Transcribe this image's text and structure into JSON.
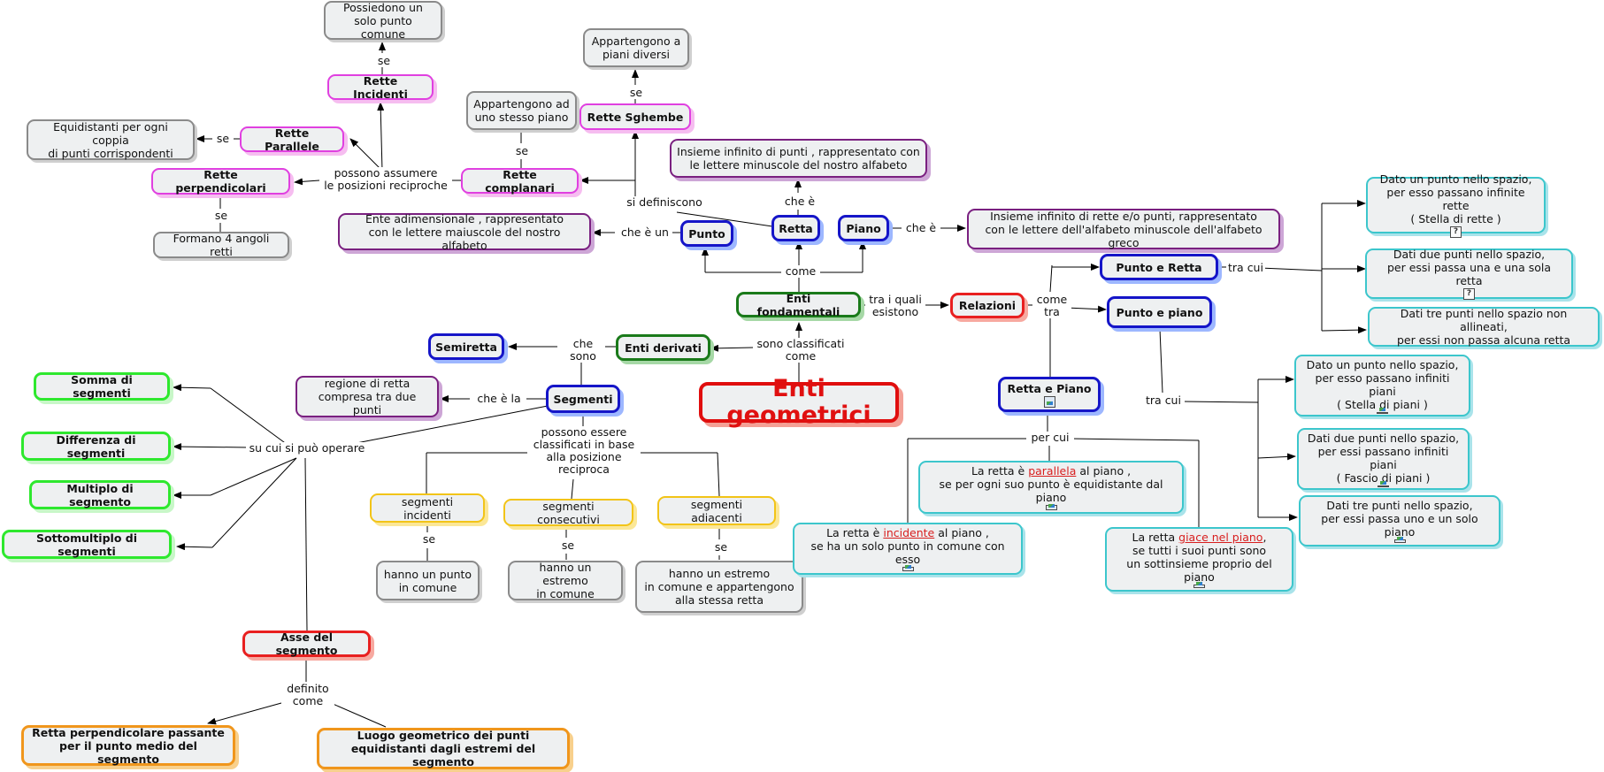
{
  "title": "Enti geometrici",
  "nodes": {
    "enti_geometrici": "Enti geometrici",
    "enti_fondamentali": "Enti fondamentali",
    "enti_derivati": "Enti derivati",
    "relazioni": "Relazioni",
    "punto": "Punto",
    "retta": "Retta",
    "piano": "Piano",
    "punto_desc": "Ente adimensionale , rappresentato\ncon le lettere maiuscole del nostro alfabeto",
    "retta_desc": "Insieme infinito di punti , rappresentato con\nle lettere minuscole del nostro alfabeto",
    "piano_desc": "Insieme infinito di rette e/o punti, rappresentato\ncon le lettere dell'alfabeto minuscole dell'alfabeto greco",
    "rette_complanari": "Rette complanari",
    "rette_complanari_desc": "Appartengono ad\nuno stesso piano",
    "rette_sghembe": "Rette Sghembe",
    "rette_sghembe_desc": "Appartengono a\npiani diversi",
    "rette_incidenti": "Rette Incidenti",
    "rette_incidenti_desc": "Possiedono un\nsolo punto comune",
    "rette_parallele": "Rette Parallele",
    "rette_parallele_desc": "Equidistanti per ogni coppia\ndi punti corrispondenti",
    "rette_perpendicolari": "Rette perpendicolari",
    "rette_perpendicolari_desc": "Formano 4 angoli retti",
    "semiretta": "Semiretta",
    "segmenti": "Segmenti",
    "segmenti_desc": "regione di retta\ncompresa tra due punti",
    "somma": "Somma di segmenti",
    "differenza": "Differenza di segmenti",
    "multiplo": "Multiplo di segmento",
    "sottomultiplo": "Sottomultiplo di segmenti",
    "asse": "Asse del segmento",
    "asse_def1": "Retta perpendicolare passante\nper il punto medio del segmento",
    "asse_def2": "Luogo geometrico dei punti\nequidistanti dagli estremi del segmento",
    "seg_incidenti": "segmenti incidenti",
    "seg_consecutivi": "segmenti consecutivi",
    "seg_adiacenti": "segmenti adiacenti",
    "seg_incidenti_desc": "hanno un punto\nin comune",
    "seg_consecutivi_desc": "hanno un estremo\nin comune",
    "seg_adiacenti_desc": "hanno un estremo\nin comune e appartengono\nalla stessa retta",
    "punto_e_retta": "Punto e Retta",
    "punto_e_piano": "Punto e piano",
    "retta_e_piano": "Retta e Piano",
    "pr1": "Dato un punto nello spazio,\nper esso passano infinite rette\n( Stella di rette )",
    "pr2": "Dati due punti nello spazio,\nper essi passa una e una sola retta",
    "pr3": "Dati tre punti nello spazio non allineati,\nper essi non passa alcuna retta",
    "pp1": "Dato un punto nello spazio,\nper esso passano infiniti piani\n( Stella di piani )",
    "pp2": "Dati due punti nello spazio,\nper essi passano infiniti piani\n( Fascio di piani )",
    "pp3": "Dati tre punti nello spazio,\nper essi passa uno e un solo piano",
    "parallela_pre": "La retta è ",
    "parallela_link": "parallela",
    "parallela_post": " al piano ,\nse per ogni suo punto è equidistante dal piano",
    "incidente_pre": "La retta è ",
    "incidente_link": "incidente",
    "incidente_post": " al piano ,\nse ha un solo punto in comune con esso",
    "giace_pre": "La retta ",
    "giace_link": "giace nel piano",
    "giace_post": ",\nse tutti i suoi punti sono\nun sottinsieme proprio del piano"
  },
  "labels": {
    "sono_classificati_come": "sono classificati\ncome",
    "tra_i_quali_esistono": "tra i quali\nesistono",
    "come": "come",
    "che_e_un": "che è un",
    "che_e_retta": "che è",
    "che_e_piano": "che è",
    "si_definiscono": "si definiscono",
    "possono_assumere": "possono assumere\nle posizioni reciproche",
    "se_compl": "se",
    "se_sghembe": "se",
    "se_incidenti": "se",
    "se_parallele": "se",
    "se_perp": "se",
    "che_sono": "che\nsono",
    "che_e_la": "che è la",
    "su_cui": "su cui si può operare",
    "definito_come": "definito\ncome",
    "possono_essere": "possono essere\nclassificati in base\nalla posizione\nreciproca",
    "se_si": "se",
    "se_sc": "se",
    "se_sa": "se",
    "come_tra": "come\ntra",
    "tra_cui_retta": "tra cui",
    "tra_cui_piano": "tra cui",
    "per_cui": "per cui"
  },
  "icons": [
    "image-icon",
    "help-icon"
  ],
  "colors": {
    "title_red": "#e01010",
    "blue": "#1515c8",
    "dark_green": "#1a7a1a",
    "light_green": "#2ee82e",
    "purple": "#7a2080",
    "magenta": "#e040e0",
    "yellow": "#f2c418",
    "orange": "#f0961c",
    "cyan": "#3cc6cc",
    "gray": "#8a8a8a"
  }
}
